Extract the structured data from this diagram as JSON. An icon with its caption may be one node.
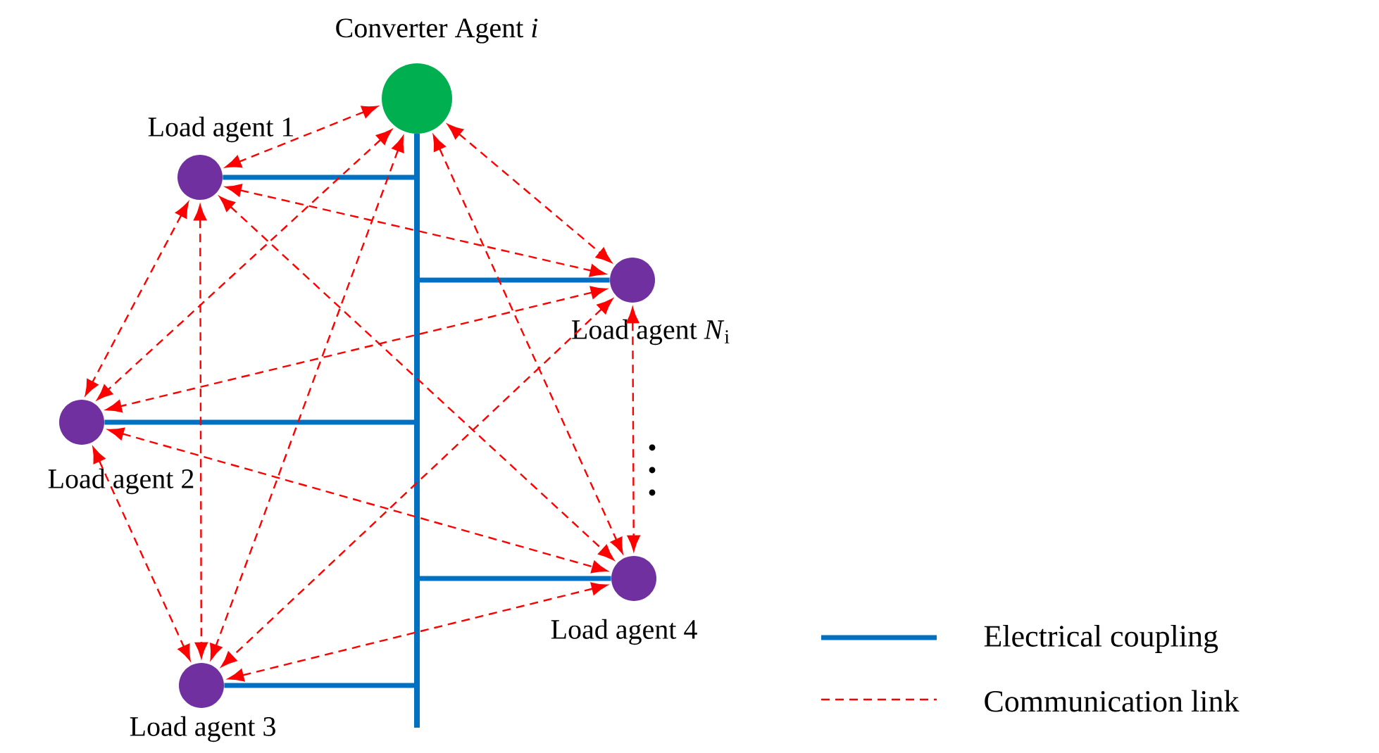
{
  "diagram": {
    "nodes": [
      {
        "text": [
          "Converter Agent *i*"
        ]
      },
      {
        "text": [
          "Load agent 1"
        ]
      },
      {
        "text": [
          "Load agent *N*$_{i}$"
        ]
      },
      {
        "text": [
          "Load agent 2"
        ]
      },
      {
        "text": [
          "Load agent 4"
        ]
      },
      {
        "text": [
          "Load agent 3"
        ]
      },
      {
        "text": [],
        "shape": "bar"
      }
    ],
    "edges": [
      {
        "from": 0,
        "to": 1,
        "arrow": "both",
        "style": "dashed"
      },
      {
        "from": 0,
        "to": 2,
        "arrow": "both",
        "style": "dashed"
      },
      {
        "from": 0,
        "to": 3,
        "arrow": "both",
        "style": "dashed"
      },
      {
        "from": 0,
        "to": 4,
        "arrow": "both",
        "style": "dashed"
      },
      {
        "from": 0,
        "to": 5,
        "arrow": "both",
        "style": "dashed"
      },
      {
        "from": 1,
        "to": 2,
        "arrow": "both",
        "style": "dashed"
      },
      {
        "from": 1,
        "to": 3,
        "arrow": "both",
        "style": "dashed"
      },
      {
        "from": 1,
        "to": 4,
        "arrow": "both",
        "style": "dashed"
      },
      {
        "from": 1,
        "to": 5,
        "arrow": "both",
        "style": "dashed"
      },
      {
        "from": 2,
        "to": 3,
        "arrow": "both",
        "style": "dashed"
      },
      {
        "from": 2,
        "to": 4,
        "arrow": "both",
        "style": "dashed"
      },
      {
        "from": 2,
        "to": 5,
        "arrow": "both",
        "style": "dashed"
      },
      {
        "from": 3,
        "to": 4,
        "arrow": "both",
        "style": "dashed"
      },
      {
        "from": 3,
        "to": 5,
        "arrow": "both",
        "style": "dashed"
      },
      {
        "from": 4,
        "to": 5,
        "arrow": "both",
        "style": "dashed"
      },
      {
        "from": 6,
        "to": 1,
        "arrow": "none",
        "style": "thick",
        "color": "#0070c0"
      },
      {
        "from": 6,
        "to": 2,
        "arrow": "none",
        "style": "thick",
        "color": "#0070c0"
      },
      {
        "from": 6,
        "to": 3,
        "arrow": "none",
        "style": "thick",
        "color": "#0070c0"
      },
      {
        "from": 6,
        "to": 4,
        "arrow": "none",
        "style": "thick",
        "color": "#0070c0"
      },
      {
        "from": 6,
        "to": 5,
        "arrow": "none",
        "style": "thick",
        "color": "#0070c0"
      }
    ],
    "legend": [
      {
        "text": "Electrical coupling"
      },
      {
        "text": "Communication link"
      }
    ]
  }
}
